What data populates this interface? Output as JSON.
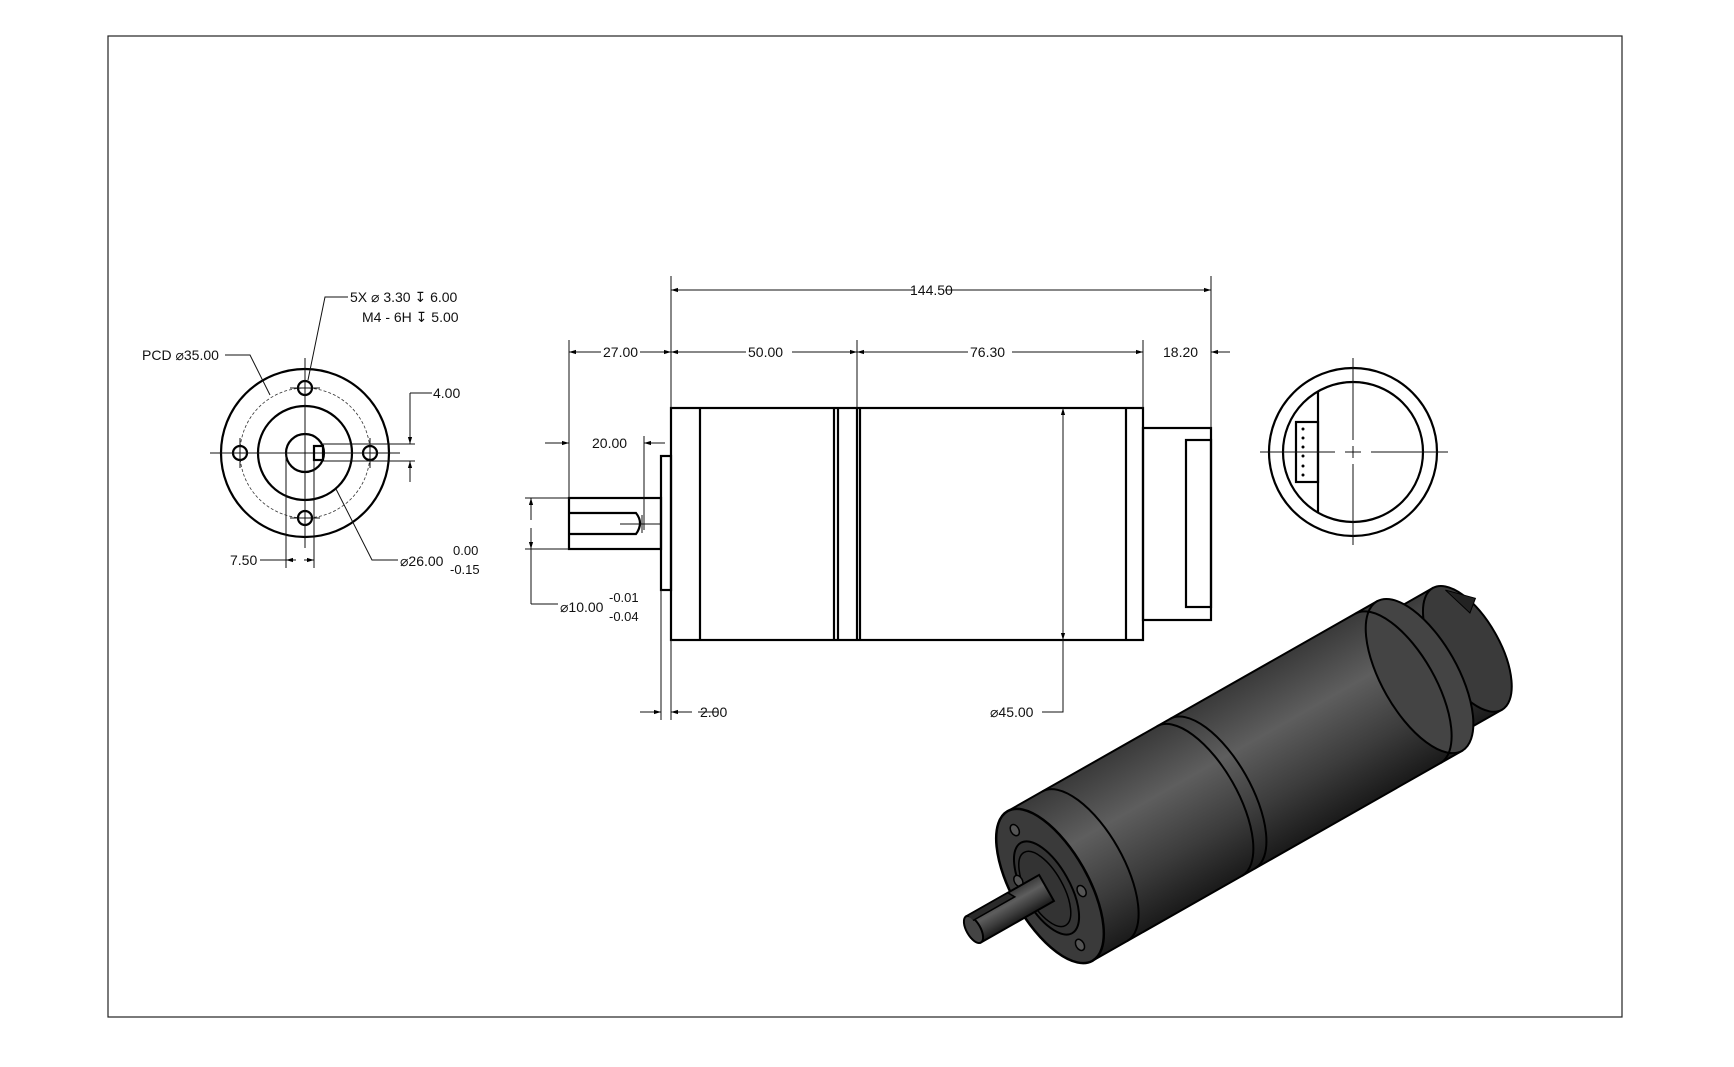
{
  "drawing": {
    "front_view": {
      "hole_callout_line1": "5X ⌀ 3.30 ↧ 6.00",
      "hole_callout_line2": "M4 - 6H ↧ 5.00",
      "pcd": "PCD ⌀35.00",
      "key_width": "4.00",
      "key_offset": "7.50",
      "pilot_diameter": "⌀26.00",
      "pilot_tol_upper": "0.00",
      "pilot_tol_lower": "-0.15"
    },
    "side_view": {
      "overall_length": "144.50",
      "shaft_length": "27.00",
      "gearbox_length": "50.00",
      "motor_length": "76.30",
      "encoder_length": "18.20",
      "key_length": "20.00",
      "shaft_diameter": "⌀10.00",
      "shaft_tol_upper": "-0.01",
      "shaft_tol_lower": "-0.04",
      "pilot_height": "2.00",
      "body_diameter": "⌀45.00"
    },
    "colors": {
      "line": "#000000",
      "body_shade": "#4a4a4a"
    }
  }
}
